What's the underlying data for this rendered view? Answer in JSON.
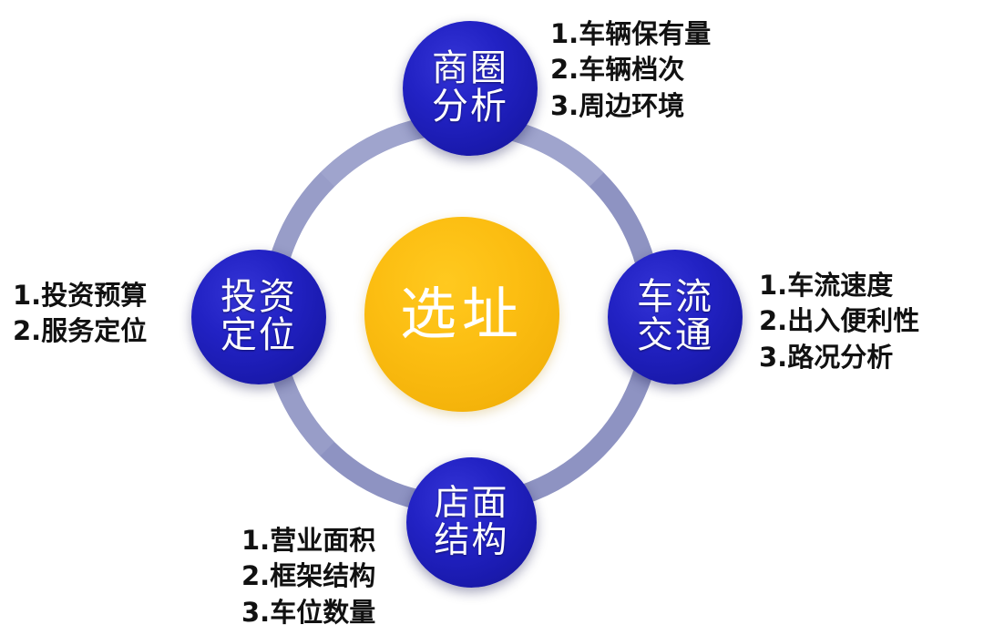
{
  "diagram": {
    "title": "选址",
    "center": {
      "label": "选址",
      "color": "#f5b40b"
    },
    "ring_color": "#8e93c2",
    "node_color": "#1f1fbe",
    "nodes": [
      {
        "id": "top",
        "label_lines": [
          "商圈",
          "分析"
        ],
        "label": "商圈分析",
        "notes": [
          "1.车辆保有量",
          "2.车辆档次",
          "3.周边环境"
        ]
      },
      {
        "id": "left",
        "label_lines": [
          "投资",
          "定位"
        ],
        "label": "投资定位",
        "notes": [
          "1.投资预算",
          "2.服务定位"
        ]
      },
      {
        "id": "right",
        "label_lines": [
          "车流",
          "交通"
        ],
        "label": "车流交通",
        "notes": [
          "1.车流速度",
          "2.出入便利性",
          "3.路况分析"
        ]
      },
      {
        "id": "bottom",
        "label_lines": [
          "店面",
          "结构"
        ],
        "label": "店面结构",
        "notes": [
          "1.营业面积",
          "2.框架结构",
          "3.车位数量"
        ]
      }
    ]
  }
}
